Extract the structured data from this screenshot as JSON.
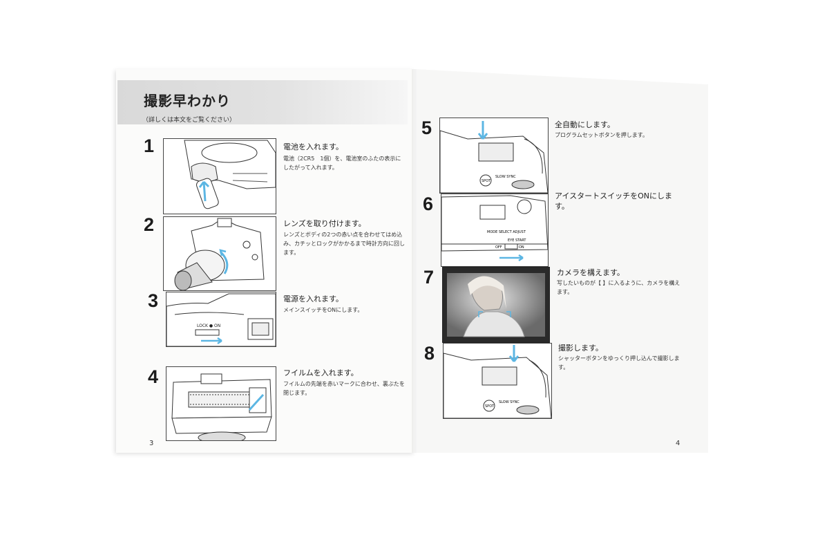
{
  "header": {
    "title": "撮影早わかり",
    "subtitle": "（詳しくは本文をご覧ください）"
  },
  "steps": [
    {
      "num": "1",
      "title": "電池を入れます。",
      "desc": "電池（2CR5　1個）を、電池室のふたの表示にしたがって入れます。"
    },
    {
      "num": "2",
      "title": "レンズを取り付けます。",
      "desc": "レンズとボディの2つの赤い点を合わせてはめ込み、カチッとロックがかかるまで時計方向に回します。"
    },
    {
      "num": "3",
      "title": "電源を入れます。",
      "desc": "メインスイッチをONにします。"
    },
    {
      "num": "4",
      "title": "フイルムを入れます。",
      "desc": "フイルムの先端を赤いマークに合わせ、裏ぶたを閉じます。"
    },
    {
      "num": "5",
      "title": "全自動にします。",
      "desc": "プログラムセットボタンを押します。"
    },
    {
      "num": "6",
      "title": "アイスタートスイッチをONにします。",
      "desc": ""
    },
    {
      "num": "7",
      "title": "カメラを構えます。",
      "desc": "写したいものが【 】に入るように、カメラを構えます。"
    },
    {
      "num": "8",
      "title": "撮影します。",
      "desc": "シャッターボタンをゆっくり押し込んで撮影します。"
    }
  ],
  "panel_labels": {
    "lock_on": "LOCK ● ON",
    "slow_sync": "SLOW SYNC",
    "spot": "SPOT",
    "mode_select_adjust": "MODE SELECT ADJUST",
    "eye_start": "EYE START",
    "off": "OFF",
    "on": "ON"
  },
  "page_numbers": {
    "left": "3",
    "right": "4"
  },
  "colors": {
    "accent_arrow": "#5cb6e3",
    "panel_border": "#444444",
    "header_band": "#dcdcdc"
  }
}
